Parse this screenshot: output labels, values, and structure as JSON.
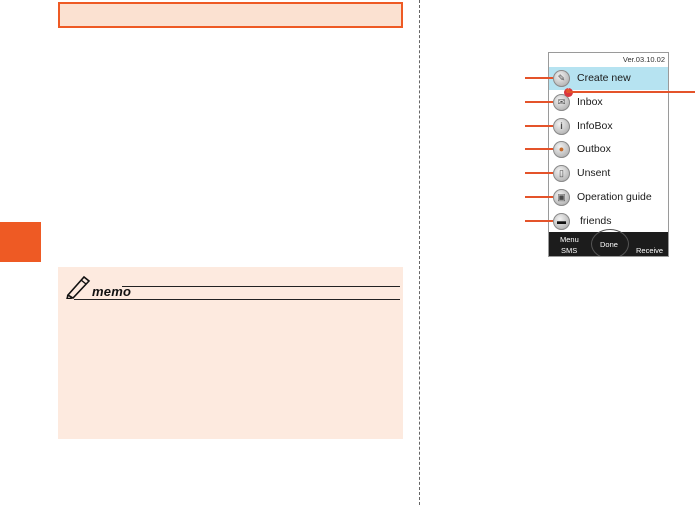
{
  "memo": {
    "label": "memo"
  },
  "phone": {
    "version": "Ver.03.10.02",
    "menu_items": [
      {
        "label": "Create new",
        "icon": "pencil-icon",
        "selected": true
      },
      {
        "label": "Inbox",
        "icon": "inbox-icon",
        "badge": "1"
      },
      {
        "label": "InfoBox",
        "icon": "info-icon"
      },
      {
        "label": "Outbox",
        "icon": "outbox-icon"
      },
      {
        "label": "Unsent",
        "icon": "unsent-icon"
      },
      {
        "label": "Operation guide",
        "icon": "guide-icon"
      },
      {
        "label": "friends",
        "icon": "folder-icon"
      }
    ],
    "softkeys": {
      "menu": "Menu",
      "sms": "SMS",
      "done": "Done",
      "receive": "Receive"
    }
  },
  "colors": {
    "accent": "#ee5a24",
    "selected_row": "#b6e3f1",
    "memo_bg": "#fdeadf",
    "title_bg": "#fbe1d1"
  }
}
